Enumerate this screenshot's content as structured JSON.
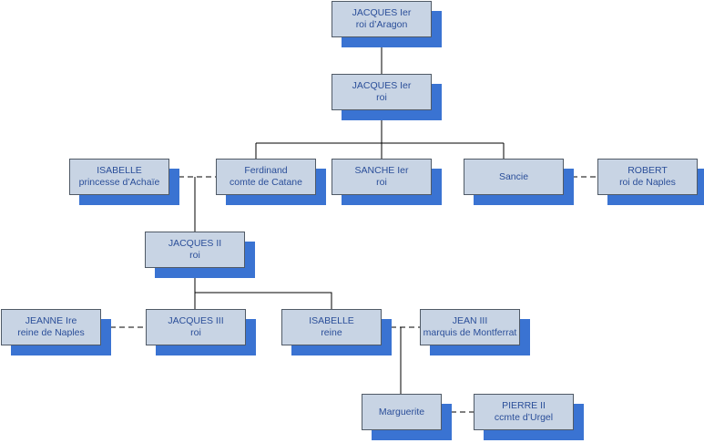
{
  "nodes": {
    "jacques_i_aragon": {
      "line1": "JACQUES Ier",
      "line2": "roi d’Aragon"
    },
    "jacques_i_roi": {
      "line1": "JACQUES Ier",
      "line2": "roi"
    },
    "isabelle_achaie": {
      "line1": "ISABELLE",
      "line2": "princesse d’Achaïe"
    },
    "ferdinand": {
      "line1": "Ferdinand",
      "line2": "comte de Catane"
    },
    "sanche": {
      "line1": "SANCHE Ier",
      "line2": "roi"
    },
    "sancie": {
      "line1": "Sancie",
      "line2": ""
    },
    "robert": {
      "line1": "ROBERT",
      "line2": "roi de Naples"
    },
    "jacques_ii": {
      "line1": "JACQUES II",
      "line2": "roi"
    },
    "jeanne": {
      "line1": "JEANNE Ire",
      "line2": "reine de Naples"
    },
    "jacques_iii": {
      "line1": "JACQUES III",
      "line2": "roi"
    },
    "isabelle_reine": {
      "line1": "ISABELLE",
      "line2": "reine"
    },
    "jean_iii": {
      "line1": "JEAN III",
      "line2": "marquis de Montferrat"
    },
    "marguerite": {
      "line1": "Marguerite",
      "line2": ""
    },
    "pierre_ii": {
      "line1": "PIERRE II",
      "line2": "ccmte d’Urgel"
    }
  },
  "colors": {
    "box_fill": "#c8d4e4",
    "box_border": "#505a66",
    "shadow": "#3a73d2",
    "text": "#2a4e99",
    "line": "#000000"
  }
}
